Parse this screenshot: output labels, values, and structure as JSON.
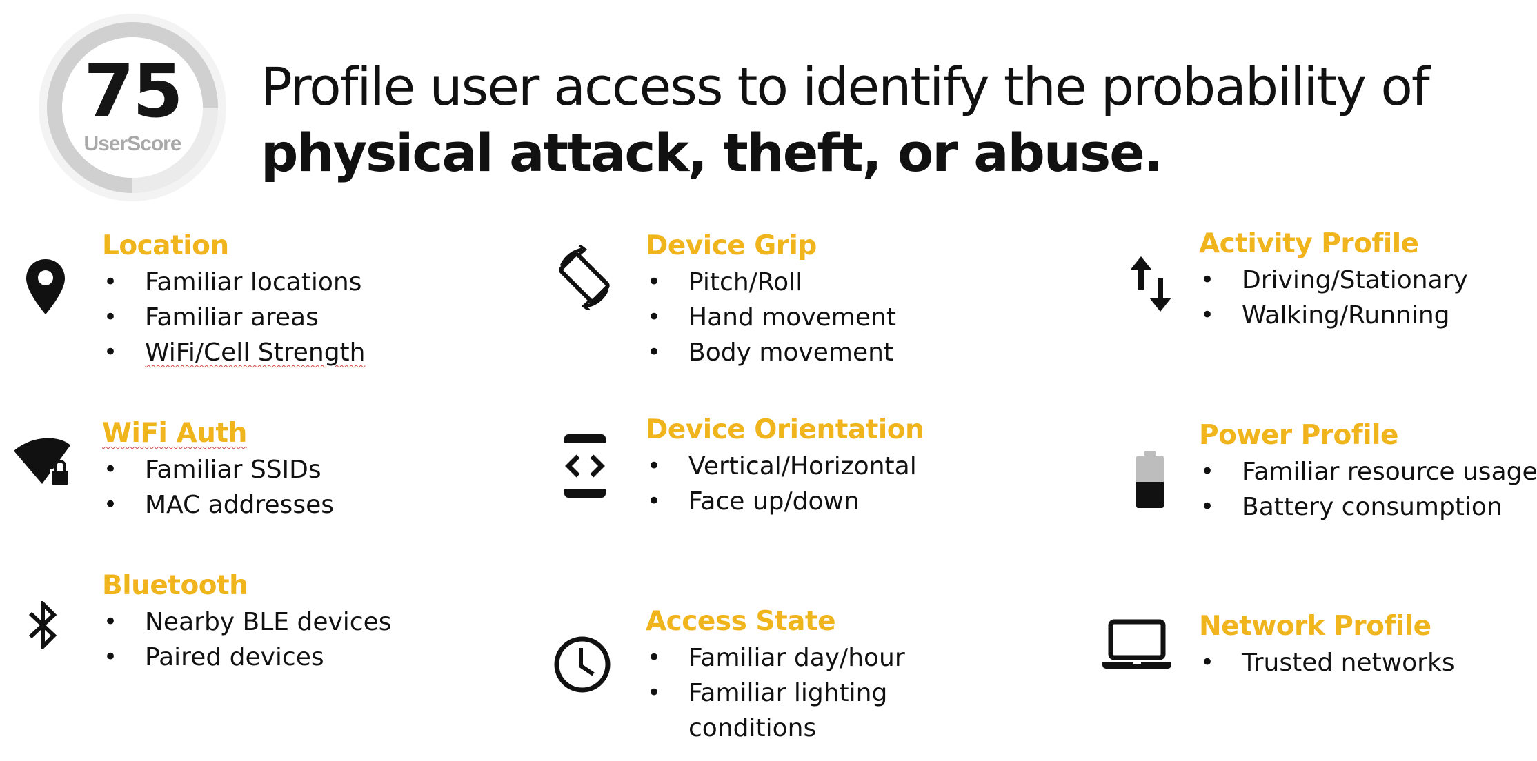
{
  "score": {
    "value": "75",
    "label": "UserScore",
    "fraction": 0.75,
    "colors": {
      "ring_filled": "#d0d0d0",
      "ring_empty": "#ebebeb",
      "ring_outer": "#f3f3f3"
    }
  },
  "headline": {
    "line1": "Profile user access to identify the probability of",
    "line2": "physical attack, theft, or abuse."
  },
  "accent_color": "#f0b41c",
  "sections": {
    "location": {
      "icon": "map-pin-icon",
      "title": "Location",
      "items": [
        "Familiar locations",
        "Familiar areas",
        "WiFi/Cell Strength"
      ]
    },
    "wifi_auth": {
      "icon": "wifi-lock-icon",
      "title": "WiFi Auth",
      "items": [
        "Familiar SSIDs",
        "MAC addresses"
      ]
    },
    "bluetooth": {
      "icon": "bluetooth-icon",
      "title": "Bluetooth",
      "items": [
        "Nearby BLE devices",
        "Paired devices"
      ]
    },
    "device_grip": {
      "icon": "screen-rotation-icon",
      "title": "Device Grip",
      "items": [
        "Pitch/Roll",
        "Hand movement",
        "Body movement"
      ]
    },
    "device_orientation": {
      "icon": "phone-code-icon",
      "title": "Device Orientation",
      "items": [
        "Vertical/Horizontal",
        "Face up/down"
      ]
    },
    "access_state": {
      "icon": "clock-icon",
      "title": "Access State",
      "items": [
        "Familiar day/hour",
        "Familiar lighting conditions"
      ]
    },
    "activity_profile": {
      "icon": "up-down-arrows-icon",
      "title": "Activity Profile",
      "items": [
        "Driving/Stationary",
        "Walking/Running"
      ]
    },
    "power_profile": {
      "icon": "battery-icon",
      "title": "Power Profile",
      "items": [
        "Familiar resource usage",
        "Battery consumption"
      ]
    },
    "network_profile": {
      "icon": "laptop-icon",
      "title": "Network Profile",
      "items": [
        "Trusted networks"
      ]
    }
  }
}
